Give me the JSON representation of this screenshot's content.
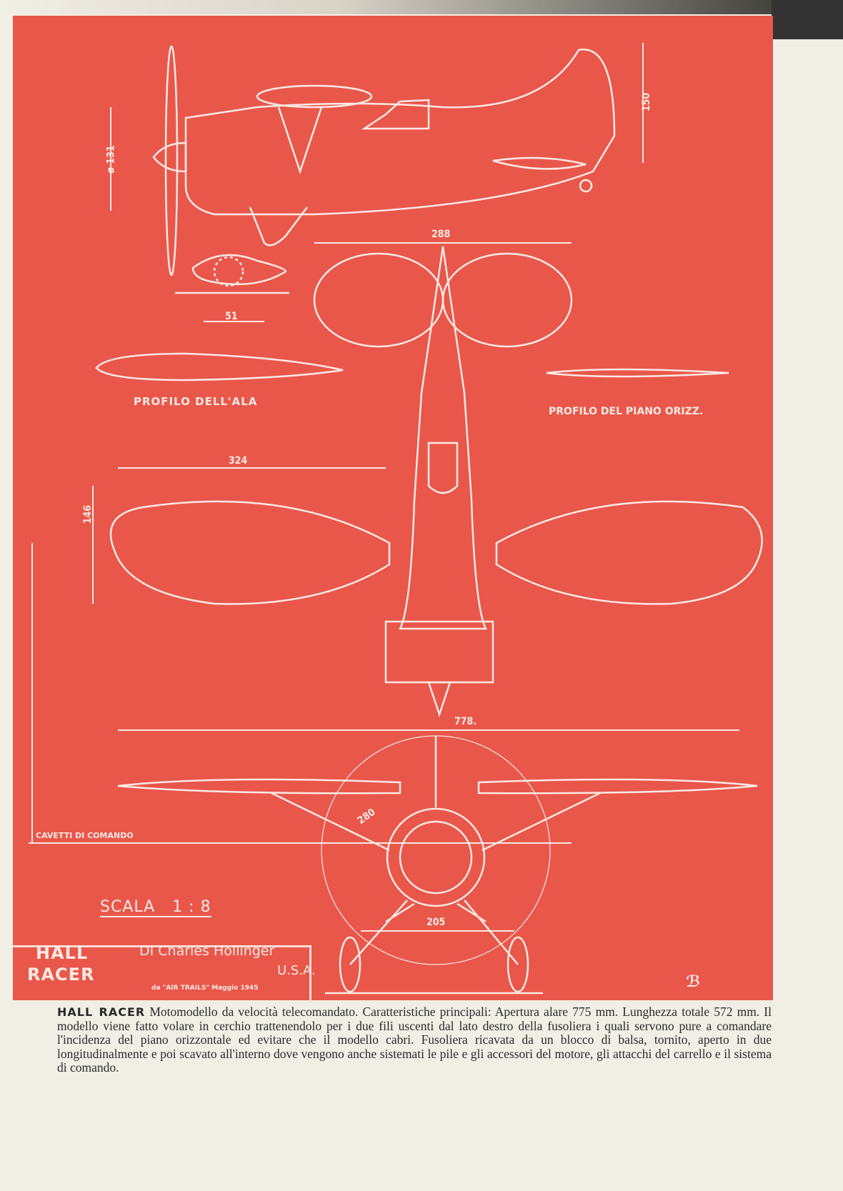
{
  "drawing": {
    "dimensions": {
      "prop_diameter": "ø 131",
      "height": "150",
      "tail_span": "288",
      "wheel_fairing": "51",
      "wing_half_span": "324",
      "wing_chord": "146",
      "total_span": "778.",
      "front_circle": "280",
      "wheel_track": "205"
    },
    "labels": {
      "wing_profile": "PROFILO DELL'ALA",
      "tail_profile": "PROFILO DEL PIANO ORIZZ.",
      "control_cables": "CAVETTI DI COMANDO",
      "scale": "SCALA   1 : 8"
    },
    "colors": {
      "sheet": "#e9574b",
      "lines": "#fbe9e2",
      "paper": "#f1eee6"
    }
  },
  "title_block": {
    "title_line1": "HALL",
    "title_line2": "RACER",
    "author": "DI Charles Hollinger",
    "country": "U.S.A.",
    "source": "da \"AIR TRAILS\" Maggio 1945"
  },
  "caption": {
    "heading": "HALL RACER",
    "body": "Motomodello da velocità telecomandato. Caratteristiche principali: Apertura alare 775 mm. Lunghezza totale 572 mm. Il modello viene fatto volare in cerchio trattenendolo per i due fili uscenti dal lato destro della fusoliera i quali servono pure a comandare l'incidenza del piano orizzontale ed evitare che il modello cabri. Fusoliera ricavata da un blocco di balsa, tornito, aperto in due longitudinalmente e poi scavato all'interno dove vengono anche sistemati le pile e gli accessori del motore, gli attacchi del carrello e il sistema di comando."
  }
}
